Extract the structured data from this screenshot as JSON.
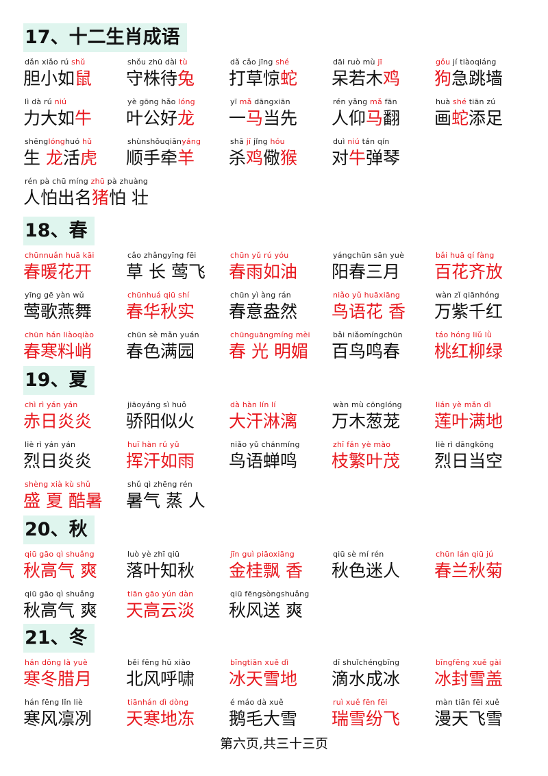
{
  "colors": {
    "accent_red": "#e8191f",
    "heading_bg": "#dff5ee",
    "text": "#111111"
  },
  "sections": [
    {
      "title": "17、十二生肖成语",
      "rows": [
        [
          {
            "pinyin": [
              {
                "t": "dǎn xiǎo rú "
              },
              {
                "t": "shǔ",
                "r": 1
              }
            ],
            "hanzi": [
              {
                "t": "胆小如"
              },
              {
                "t": "鼠",
                "r": 1
              }
            ]
          },
          {
            "pinyin": [
              {
                "t": "shǒu zhū dài "
              },
              {
                "t": "tù",
                "r": 1
              }
            ],
            "hanzi": [
              {
                "t": "守株待"
              },
              {
                "t": "兔",
                "r": 1
              }
            ]
          },
          {
            "pinyin": [
              {
                "t": "dǎ cǎo jīng "
              },
              {
                "t": "shé",
                "r": 1
              }
            ],
            "hanzi": [
              {
                "t": "打草惊"
              },
              {
                "t": "蛇",
                "r": 1
              }
            ]
          },
          {
            "pinyin": [
              {
                "t": "dāi ruò mù "
              },
              {
                "t": "jī",
                "r": 1
              }
            ],
            "hanzi": [
              {
                "t": "呆若木"
              },
              {
                "t": "鸡",
                "r": 1
              }
            ]
          },
          {
            "pinyin": [
              {
                "t": "gǒu",
                "r": 1
              },
              {
                "t": " jí tiàoqiáng"
              }
            ],
            "hanzi": [
              {
                "t": "狗",
                "r": 1
              },
              {
                "t": "急跳墙"
              }
            ]
          }
        ],
        [
          {
            "pinyin": [
              {
                "t": "lì dà rú "
              },
              {
                "t": "niú",
                "r": 1
              }
            ],
            "hanzi": [
              {
                "t": "力大如"
              },
              {
                "t": "牛",
                "r": 1
              }
            ]
          },
          {
            "pinyin": [
              {
                "t": "yè gōng hǎo "
              },
              {
                "t": "lóng",
                "r": 1
              }
            ],
            "hanzi": [
              {
                "t": "叶公好"
              },
              {
                "t": "龙",
                "r": 1
              }
            ]
          },
          {
            "pinyin": [
              {
                "t": "yī "
              },
              {
                "t": "mǎ",
                "r": 1
              },
              {
                "t": " dāngxiān"
              }
            ],
            "hanzi": [
              {
                "t": "一"
              },
              {
                "t": "马",
                "r": 1
              },
              {
                "t": "当先"
              }
            ]
          },
          {
            "pinyin": [
              {
                "t": "rén yǎng "
              },
              {
                "t": "mǎ",
                "r": 1
              },
              {
                "t": " fān"
              }
            ],
            "hanzi": [
              {
                "t": "人仰"
              },
              {
                "t": "马",
                "r": 1
              },
              {
                "t": "翻"
              }
            ]
          },
          {
            "pinyin": [
              {
                "t": "huà "
              },
              {
                "t": "shé",
                "r": 1
              },
              {
                "t": " tiān zú"
              }
            ],
            "hanzi": [
              {
                "t": "画"
              },
              {
                "t": "蛇",
                "r": 1
              },
              {
                "t": "添足"
              }
            ]
          }
        ],
        [
          {
            "pinyin": [
              {
                "t": "shēng"
              },
              {
                "t": "lóng",
                "r": 1
              },
              {
                "t": "huó "
              },
              {
                "t": "hǔ",
                "r": 1
              }
            ],
            "hanzi": [
              {
                "t": "生 "
              },
              {
                "t": "龙",
                "r": 1
              },
              {
                "t": "活"
              },
              {
                "t": "虎",
                "r": 1
              }
            ]
          },
          {
            "pinyin": [
              {
                "t": "shùnshǒuqiān"
              },
              {
                "t": "yáng",
                "r": 1
              }
            ],
            "hanzi": [
              {
                "t": "顺手牵"
              },
              {
                "t": "羊",
                "r": 1
              }
            ]
          },
          {
            "pinyin": [
              {
                "t": "shā "
              },
              {
                "t": "jī",
                "r": 1
              },
              {
                "t": " jǐng "
              },
              {
                "t": "hóu",
                "r": 1
              }
            ],
            "hanzi": [
              {
                "t": "杀"
              },
              {
                "t": "鸡",
                "r": 1
              },
              {
                "t": "儆"
              },
              {
                "t": "猴",
                "r": 1
              }
            ]
          },
          {
            "pinyin": [
              {
                "t": "duì "
              },
              {
                "t": "niú",
                "r": 1
              },
              {
                "t": " tán qín"
              }
            ],
            "hanzi": [
              {
                "t": "对"
              },
              {
                "t": "牛",
                "r": 1
              },
              {
                "t": "弹琴"
              }
            ]
          }
        ],
        [
          {
            "pinyin": [
              {
                "t": "rén pà chū míng "
              },
              {
                "t": "zhū",
                "r": 1
              },
              {
                "t": " pà zhuàng"
              }
            ],
            "hanzi": [
              {
                "t": "人怕出名"
              },
              {
                "t": "猪",
                "r": 1
              },
              {
                "t": "怕 壮"
              }
            ]
          }
        ]
      ]
    },
    {
      "title": "18、春",
      "rows": [
        [
          {
            "pinyin": [
              {
                "t": "chūnnuǎn huā kāi",
                "r": 1
              }
            ],
            "hanzi": [
              {
                "t": "春暖花开",
                "r": 1
              }
            ]
          },
          {
            "pinyin": [
              {
                "t": "cǎo zhǎngyīng fēi"
              }
            ],
            "hanzi": [
              {
                "t": "草 长 莺飞"
              }
            ]
          },
          {
            "pinyin": [
              {
                "t": "chūn yǔ  rú  yóu",
                "r": 1
              }
            ],
            "hanzi": [
              {
                "t": "春雨如油",
                "r": 1
              }
            ]
          },
          {
            "pinyin": [
              {
                "t": "yángchūn sān yuè"
              }
            ],
            "hanzi": [
              {
                "t": "阳春三月"
              }
            ]
          },
          {
            "pinyin": [
              {
                "t": "bǎi huā  qí fàng",
                "r": 1
              }
            ],
            "hanzi": [
              {
                "t": "百花齐放",
                "r": 1
              }
            ]
          }
        ],
        [
          {
            "pinyin": [
              {
                "t": "yīng gē  yàn  wǔ"
              }
            ],
            "hanzi": [
              {
                "t": "莺歌燕舞"
              }
            ]
          },
          {
            "pinyin": [
              {
                "t": "chūnhuá qiū shí",
                "r": 1
              }
            ],
            "hanzi": [
              {
                "t": "春华秋实",
                "r": 1
              }
            ]
          },
          {
            "pinyin": [
              {
                "t": "chūn yì  àng rán"
              }
            ],
            "hanzi": [
              {
                "t": "春意盎然"
              }
            ]
          },
          {
            "pinyin": [
              {
                "t": "niǎo yǔ huāxiāng",
                "r": 1
              }
            ],
            "hanzi": [
              {
                "t": "鸟语花 香",
                "r": 1
              }
            ]
          },
          {
            "pinyin": [
              {
                "t": "wàn zǐ qiānhóng"
              }
            ],
            "hanzi": [
              {
                "t": "万紫千红"
              }
            ]
          }
        ],
        [
          {
            "pinyin": [
              {
                "t": "chūn hán liàoqiào",
                "r": 1
              }
            ],
            "hanzi": [
              {
                "t": "春寒料峭",
                "r": 1
              }
            ]
          },
          {
            "pinyin": [
              {
                "t": "chūn sè  mǎn yuán"
              }
            ],
            "hanzi": [
              {
                "t": "春色满园"
              }
            ]
          },
          {
            "pinyin": [
              {
                "t": "chūnguāngmíng mèi",
                "r": 1
              }
            ],
            "hanzi": [
              {
                "t": "春 光 明媚",
                "r": 1
              }
            ]
          },
          {
            "pinyin": [
              {
                "t": "bǎi niǎomíngchūn"
              }
            ],
            "hanzi": [
              {
                "t": "百鸟鸣春"
              }
            ]
          },
          {
            "pinyin": [
              {
                "t": "táo hóng liǔ  lǜ",
                "r": 1
              }
            ],
            "hanzi": [
              {
                "t": "桃红柳绿",
                "r": 1
              }
            ]
          }
        ]
      ]
    },
    {
      "title": "19、夏",
      "rows": [
        [
          {
            "pinyin": [
              {
                "t": "chì  rì  yán yán",
                "r": 1
              }
            ],
            "hanzi": [
              {
                "t": "赤日炎炎",
                "r": 1
              }
            ]
          },
          {
            "pinyin": [
              {
                "t": "jiāoyáng sì  huǒ"
              }
            ],
            "hanzi": [
              {
                "t": "骄阳似火"
              }
            ]
          },
          {
            "pinyin": [
              {
                "t": "dà  hàn lín  lí",
                "r": 1
              }
            ],
            "hanzi": [
              {
                "t": "大汗淋漓",
                "r": 1
              }
            ]
          },
          {
            "pinyin": [
              {
                "t": "wàn mù cōnglóng"
              }
            ],
            "hanzi": [
              {
                "t": "万木葱茏"
              }
            ]
          },
          {
            "pinyin": [
              {
                "t": "lián yè  mǎn  dì",
                "r": 1
              }
            ],
            "hanzi": [
              {
                "t": "莲叶满地",
                "r": 1
              }
            ]
          }
        ],
        [
          {
            "pinyin": [
              {
                "t": "liè  rì  yán yán"
              }
            ],
            "hanzi": [
              {
                "t": "烈日炎炎"
              }
            ]
          },
          {
            "pinyin": [
              {
                "t": "huī hàn  rú  yǔ",
                "r": 1
              }
            ],
            "hanzi": [
              {
                "t": "挥汗如雨",
                "r": 1
              }
            ]
          },
          {
            "pinyin": [
              {
                "t": "niǎo yǔ chánmíng"
              }
            ],
            "hanzi": [
              {
                "t": "鸟语蝉鸣"
              }
            ]
          },
          {
            "pinyin": [
              {
                "t": "zhī fán yè  mào",
                "r": 1
              }
            ],
            "hanzi": [
              {
                "t": "枝繁叶茂",
                "r": 1
              }
            ]
          },
          {
            "pinyin": [
              {
                "t": "liè  rì  dāngkōng"
              }
            ],
            "hanzi": [
              {
                "t": "烈日当空"
              }
            ]
          }
        ],
        [
          {
            "pinyin": [
              {
                "t": "shèng xià  kù  shǔ",
                "r": 1
              }
            ],
            "hanzi": [
              {
                "t": "盛 夏 酷暑",
                "r": 1
              }
            ]
          },
          {
            "pinyin": [
              {
                "t": "shǔ  qì  zhēng rén"
              }
            ],
            "hanzi": [
              {
                "t": "暑气 蒸 人"
              }
            ]
          }
        ]
      ]
    },
    {
      "title": "20、秋",
      "rows": [
        [
          {
            "pinyin": [
              {
                "t": "qiū gāo  qì  shuǎng",
                "r": 1
              }
            ],
            "hanzi": [
              {
                "t": "秋高气 爽",
                "r": 1
              }
            ]
          },
          {
            "pinyin": [
              {
                "t": "luò  yè  zhī  qiū"
              }
            ],
            "hanzi": [
              {
                "t": "落叶知秋"
              }
            ]
          },
          {
            "pinyin": [
              {
                "t": "jīn guì piāoxiāng",
                "r": 1
              }
            ],
            "hanzi": [
              {
                "t": "金桂飘 香",
                "r": 1
              }
            ]
          },
          {
            "pinyin": [
              {
                "t": "qiū  sè   mí  rén"
              }
            ],
            "hanzi": [
              {
                "t": "秋色迷人"
              }
            ]
          },
          {
            "pinyin": [
              {
                "t": "chūn lán qiū  jú",
                "r": 1
              }
            ],
            "hanzi": [
              {
                "t": "春兰秋菊",
                "r": 1
              }
            ]
          }
        ],
        [
          {
            "pinyin": [
              {
                "t": "qiū gāo  qì  shuǎng"
              }
            ],
            "hanzi": [
              {
                "t": "秋高气 爽"
              }
            ]
          },
          {
            "pinyin": [
              {
                "t": "  tiān gāo yún dàn",
                "r": 1
              }
            ],
            "hanzi": [
              {
                "t": " 天高云淡",
                "r": 1
              }
            ]
          },
          {
            "pinyin": [
              {
                "t": "qiū fēngsòngshuǎng"
              }
            ],
            "hanzi": [
              {
                "t": "秋风送 爽"
              }
            ]
          }
        ]
      ]
    },
    {
      "title": "21、冬",
      "rows": [
        [
          {
            "pinyin": [
              {
                "t": "hán dōng  là  yuè",
                "r": 1
              }
            ],
            "hanzi": [
              {
                "t": "寒冬腊月",
                "r": 1
              }
            ]
          },
          {
            "pinyin": [
              {
                "t": "běi fēng hū  xiào"
              }
            ],
            "hanzi": [
              {
                "t": "北风呼啸"
              }
            ]
          },
          {
            "pinyin": [
              {
                "t": "bīngtiān xuě  dì",
                "r": 1
              }
            ],
            "hanzi": [
              {
                "t": "冰天雪地",
                "r": 1
              }
            ]
          },
          {
            "pinyin": [
              {
                "t": "dī  shuǐchéngbīng"
              }
            ],
            "hanzi": [
              {
                "t": "滴水成冰"
              }
            ]
          },
          {
            "pinyin": [
              {
                "t": "bīngfēng xuě gài",
                "r": 1
              }
            ],
            "hanzi": [
              {
                "t": "冰封雪盖",
                "r": 1
              }
            ]
          }
        ],
        [
          {
            "pinyin": [
              {
                "t": "hán fēng lǐn liè"
              }
            ],
            "hanzi": [
              {
                "t": "寒风凛冽"
              }
            ]
          },
          {
            "pinyin": [
              {
                "t": "tiānhán  dì  dòng",
                "r": 1
              }
            ],
            "hanzi": [
              {
                "t": "天寒地冻",
                "r": 1
              }
            ]
          },
          {
            "pinyin": [
              {
                "t": "é  máo  dà  xuě"
              }
            ],
            "hanzi": [
              {
                "t": "鹅毛大雪"
              }
            ]
          },
          {
            "pinyin": [
              {
                "t": "ruì  xuě  fēn fēi",
                "r": 1
              }
            ],
            "hanzi": [
              {
                "t": "瑞雪纷飞",
                "r": 1
              }
            ]
          },
          {
            "pinyin": [
              {
                "t": "màn tiān fēi xuě"
              }
            ],
            "hanzi": [
              {
                "t": "漫天飞雪"
              }
            ]
          }
        ]
      ]
    }
  ],
  "footer": {
    "page_label": "第六页,共三十三页"
  }
}
